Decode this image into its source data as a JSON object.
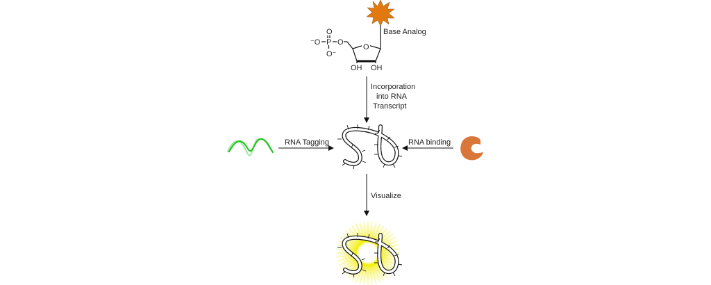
{
  "molecule": {
    "base_label": "Base Analog",
    "phosphate_O_top": "O",
    "phosphate_left": "⁻O",
    "phosphate_P": "P",
    "phosphate_O_bridge": "O",
    "phosphate_O_bottom": "O⁻",
    "ring_O": "O",
    "oh_left": "OH",
    "oh_right": "OH"
  },
  "steps": {
    "incorporation": [
      "Incorporation",
      "into RNA",
      "Transcript"
    ],
    "tagging": "RNA Tagging",
    "binding": "RNA binding",
    "visualize": "Visualize"
  },
  "colors": {
    "star": "#e07a10",
    "wave": "#3cd03c",
    "protein": "#d9773a",
    "glow": "#f2f000"
  }
}
